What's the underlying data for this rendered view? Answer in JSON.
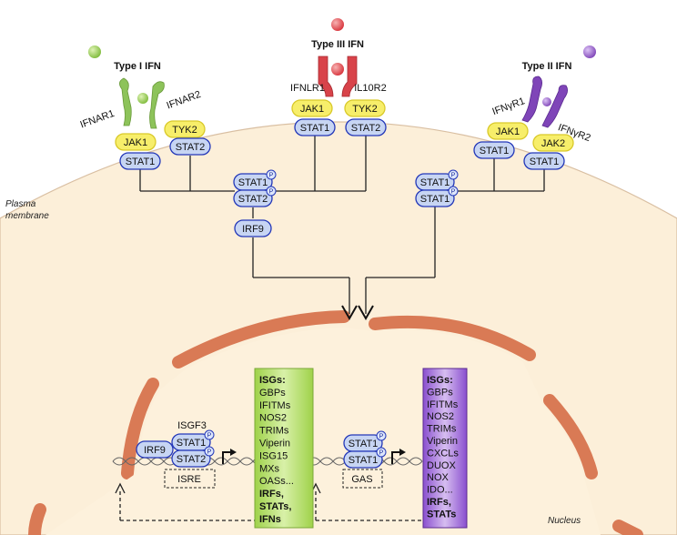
{
  "labels": {
    "type1": "Type I IFN",
    "type3": "Type III IFN",
    "type2": "Type II IFN",
    "ifnar1": "IFNAR1",
    "ifnar2": "IFNAR2",
    "ifnlr1": "IFNLR1",
    "il10r2": "IL10R2",
    "ifngr1": "IFNγR1",
    "ifngr2": "IFNγR2",
    "plasma1": "Plasma",
    "plasma2": "membrane",
    "nucleus": "Nucleus",
    "isgf3": "ISGF3",
    "isre": "ISRE",
    "gas": "GAS",
    "phospho": "P"
  },
  "proteins": {
    "jak1": "JAK1",
    "tyk2": "TYK2",
    "jak2": "JAK2",
    "stat1": "STAT1",
    "stat2": "STAT2",
    "irf9": "IRF9"
  },
  "isg_left": {
    "header": "ISGs:",
    "items": [
      "GBPs",
      "IFITMs",
      "NOS2",
      "TRIMs",
      "Viperin",
      "ISG15",
      "MXs",
      "OASs..."
    ],
    "bold_items": [
      "IRFs,",
      "STATs,",
      "IFNs"
    ]
  },
  "isg_right": {
    "header": "ISGs:",
    "items": [
      "GBPs",
      "IFITMs",
      "NOS2",
      "TRIMs",
      "Viperin",
      "CXCLs",
      "DUOX",
      "NOX",
      "IDO..."
    ],
    "bold_items": [
      "IRFs,",
      "STATs"
    ]
  },
  "colors": {
    "cytoplasm": "#fcefd9",
    "nucleus": "#fdf1dc",
    "envelope": "#d97a55",
    "type1_receptor": "#8dc35a",
    "type3_receptor": "#d8434a",
    "type2_receptor": "#7f45b8",
    "jak_fill": "#f7ee6a",
    "stat_fill": "#c7d5f3",
    "stat_stroke": "#2438b8",
    "isg_left_fill": "#b7e06a",
    "isg_right_fill": "#a777d6"
  }
}
